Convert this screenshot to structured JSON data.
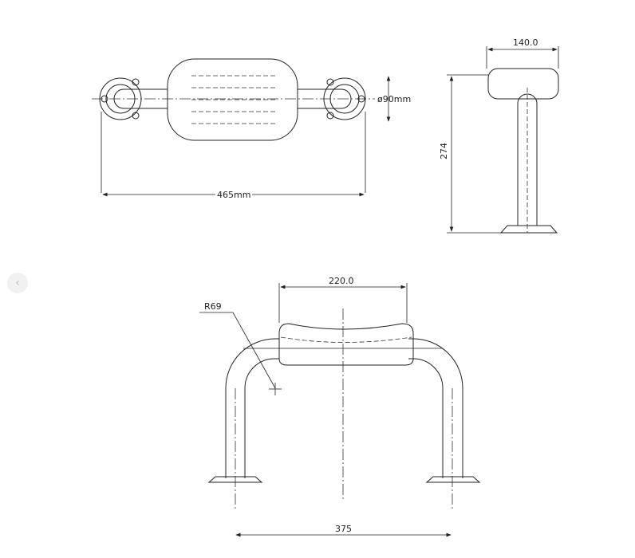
{
  "viewer": {
    "prev_icon": "chevron-left-icon",
    "prev_glyph": "‹"
  },
  "top_view": {
    "width_label": "465mm",
    "diameter_label": "ø90mm"
  },
  "side_view": {
    "depth_label": "140.0",
    "height_label": "274"
  },
  "front_view": {
    "seat_width_label": "220.0",
    "radius_label": "R69",
    "leg_spacing_label": "375"
  }
}
